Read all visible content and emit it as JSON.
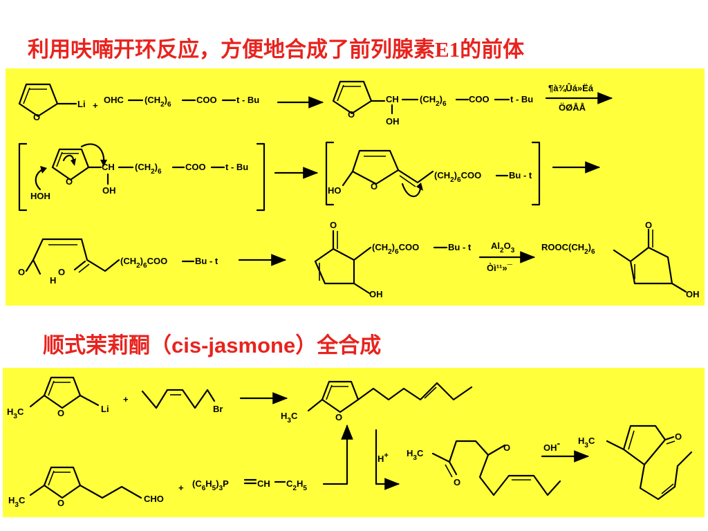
{
  "titles": {
    "top": "利用呋喃开环反应，方便地合成了前列腺素E1的前体",
    "bottom": "顺式茉莉酮（cis-jasmone）全合成"
  },
  "colors": {
    "title": "#e8231e",
    "panel": "#ffff3c"
  },
  "scheme1": {
    "row1": {
      "li": "Li",
      "plus": "+",
      "o": "O",
      "aldehyde_chain": "OHC",
      "ch2": "(CH",
      "sub2": "2",
      "close6": ")",
      "sub6": "6",
      "ester": "COO",
      "tbu": "t - Bu",
      "ch": "CH",
      "oh": "OH",
      "garbled_top": "¶à¾Ûá»Ëá",
      "garbled_bottom": "ÖØÅÅ"
    },
    "row2": {
      "ch": "CH",
      "oh": "OH",
      "hoh": "HOH",
      "ho": "HO",
      "o": "O",
      "chain_b": "COO",
      "tbu": "t - Bu",
      "coo6": "COO",
      "butail": "Bu - t",
      "ch2": "(CH",
      "sub2": "2",
      "close6": ")",
      "sub6": "6"
    },
    "row3": {
      "o": "O",
      "h": "H",
      "oh": "OH",
      "ch2": "(CH",
      "sub2": "2",
      "close6": ")",
      "sub6": "6",
      "coo": "COO",
      "butail": "Bu - t",
      "al": "Al",
      "al2": "2",
      "o3": "O",
      "o3sub": "3",
      "garbled": "Òì¹¹»¯",
      "rooc": "ROOC(CH",
      "rooc2": "2",
      "rooc_close": ")",
      "rooc6": "6"
    }
  },
  "scheme2": {
    "h3c": "H",
    "h3c_sub": "3",
    "h3c_c": "C",
    "o": "O",
    "li": "Li",
    "plus": "+",
    "br": "Br",
    "cho": "CHO",
    "wittig": "(C",
    "wittig_6": "6",
    "wittig_h": "H",
    "wittig_5": "5",
    "wittig_p": ")",
    "wittig_3": "3",
    "wittig_rest": "P",
    "wittig_ch": "CH",
    "wittig_c": "C",
    "wittig_c2": "2",
    "wittig_h2": "H",
    "wittig_h5": "5",
    "h_plus": "H",
    "plus_sign": "+",
    "oh_minus": "OH",
    "minus": "-"
  }
}
